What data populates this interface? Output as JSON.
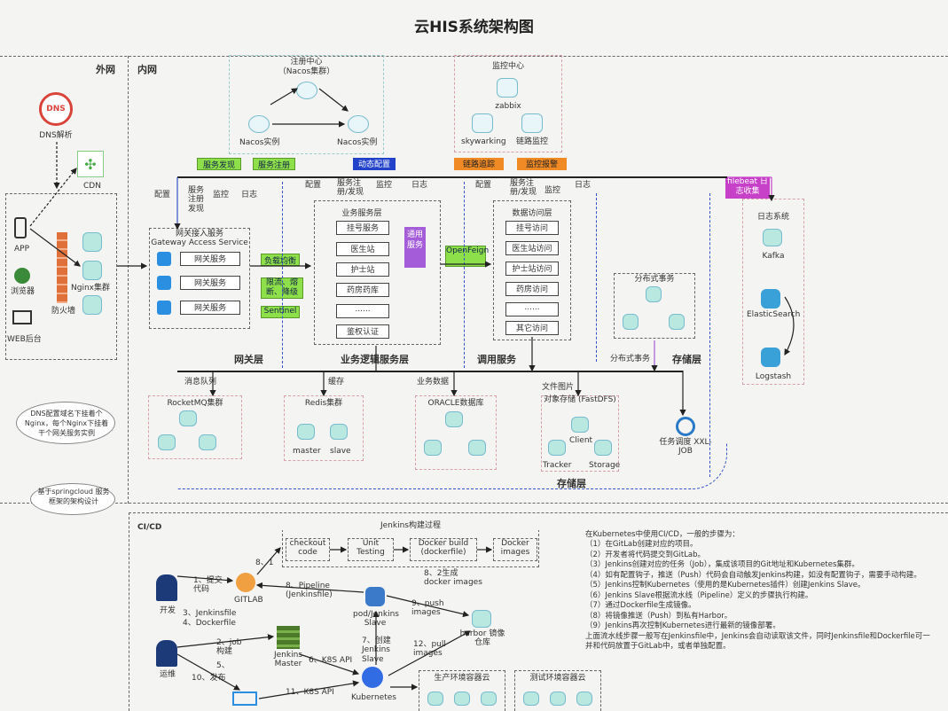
{
  "title": "云HIS系统架构图",
  "zones": {
    "external": "外网",
    "internal": "内网",
    "cicd": "CI/CD"
  },
  "external": {
    "dns": "DNS解析",
    "cdn": "CDN",
    "app": "APP",
    "browser": "浏览器",
    "web": "WEB后台",
    "firewall": "防火墙",
    "nginx": "Nginx集群",
    "note1": "DNS配置域名下挂着个Nginx，每个Nginx下挂着干个网关服务实例",
    "note2": "基于springcloud 服务框架的架构设计"
  },
  "registry": {
    "title": "注册中心",
    "subtitle": "（Nacos集群）",
    "inst1": "Nacos实例",
    "inst2": "Nacos实例"
  },
  "monitor": {
    "title": "监控中心",
    "zabbix": "zabbix",
    "skywalking": "skywarking",
    "chain": "链路监控"
  },
  "tags": {
    "svc_discovery": "服务发现",
    "svc_register": "服务注册",
    "dyn_config": "动态配置",
    "link_trace": "链路追踪",
    "monitor_alarm": "监控报警",
    "filebeat": "filebeat 日志收集",
    "load_balance": "负载均衡",
    "circuit": "限流、熔断、降级",
    "sentinel": "Sentinel",
    "openfeign": "OpenFeign",
    "common_svc": "通用服务"
  },
  "labels": {
    "config": "配置",
    "svc_reg_disc": "服务注册发现",
    "svc_reg_disc2": "服务注册/发现",
    "monitor": "监控",
    "log": "日志",
    "msg_queue": "消息队列",
    "cache": "缓存",
    "biz_data": "业务数据",
    "file_img": "文件图片",
    "dist_tx": "分布式事务"
  },
  "gateway": {
    "title": "网关接入服务",
    "subtitle": "Gateway Access Service",
    "items": [
      "网关服务",
      "网关服务",
      "网关服务"
    ],
    "layer": "网关层"
  },
  "biz": {
    "title": "业务服务层",
    "items": [
      "挂号服务",
      "医生站",
      "护士站",
      "药房药库",
      "......",
      "鉴权认证"
    ],
    "layer": "业务逻辑服务层"
  },
  "data_access": {
    "title": "数据访问层",
    "items": [
      "挂号访问",
      "医生站访问",
      "护士站访问",
      "药房访问",
      "......",
      "其它访问"
    ],
    "layer": "调用服务"
  },
  "dist": {
    "title": "分布式事务",
    "layer": "存储层"
  },
  "log_sys": {
    "title": "日志系统",
    "kafka": "Kafka",
    "es": "ElasticSearch",
    "logstash": "Logstash"
  },
  "storage": {
    "rocketmq": "RocketMQ集群",
    "redis": "Redis集群",
    "master": "master",
    "slave": "slave",
    "oracle": "ORACLE数据库",
    "fastdfs": "对象存储 (FastDFS)",
    "client": "Client",
    "tracker": "Tracker",
    "storage": "Storage",
    "xxl": "任务调度 XXL-JOB",
    "layer": "存储层"
  },
  "cicd": {
    "jenkins_process": "Jenkins构建过程",
    "steps": [
      "checkout code",
      "Unit Testing",
      "Docker build (dockerfile)",
      "Docker images"
    ],
    "dev": "开发",
    "ops": "运维",
    "gitlab": "GITLAB",
    "jenkins_master": "Jenkins Master",
    "jenkins_slave": "Jenkins Slave",
    "pod": "pod/Jenkins Slave",
    "harbor": "harbor 镜像仓库",
    "k8s": "Kubernetes",
    "prod_cloud": "生产环境容器云",
    "test_cloud": "测试环境容器云",
    "arrows": {
      "a1": "1、提交 代码",
      "a3": "3、Jenkinsfile",
      "a4": "4、Dockerfile",
      "a8_1": "8、1",
      "a8_2": "8、2生成 docker images",
      "a8": "8、Pipeline (Jenkinsfile)",
      "a9": "9、push images",
      "a2": "2、job 构建",
      "a5": "5、",
      "a6": "6、K8S API",
      "a7": "7、创建 Jenkins Slave",
      "a12": "12、pull images",
      "a10": "10、发布",
      "a11": "11、K8S API"
    },
    "steps_text": [
      "在Kubernetes中使用CI/CD，一般的步骤为：",
      "（1）在GitLab创建对应的项目。",
      "（2）开发者将代码提交到GitLab。",
      "（3）Jenkins创建对应的任务（Job），集成该项目的Git地址和Kubernetes集群。",
      "（4）如有配置钩子，推送（Push）代码会自动触发Jenkins构建，如没有配置钩子，需要手动构建。",
      "（5）Jenkins控制Kubernetes（使用的是Kubernetes插件）创建Jenkins Slave。",
      "（6）Jenkins Slave根据流水线（Pipeline）定义的步骤执行构建。",
      "（7）通过Dockerfile生成镜像。",
      "（8）将镜像推送（Push）到私有Harbor。",
      "（9）Jenkins再次控制Kubernetes进行最新的镜像部署。",
      "上面流水线步骤一般写在Jenkinsfile中，Jenkins会自动读取该文件，同时Jenkinsfile和Dockerfile可一",
      "并和代码放置于GitLab中，或者单独配置。"
    ]
  },
  "colors": {
    "green": "#8ee04b",
    "blue": "#2243c9",
    "orange": "#f08a24",
    "purple": "#a45cd8",
    "magenta": "#c640c8"
  }
}
